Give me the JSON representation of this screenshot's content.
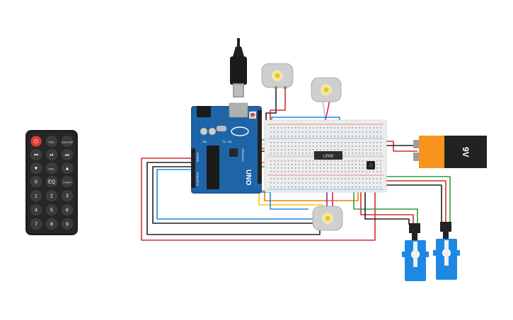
{
  "remote": {
    "buttons": [
      {
        "id": "power",
        "label": "⏻",
        "color": "#e53935"
      },
      {
        "id": "volup",
        "label": "VOL+"
      },
      {
        "id": "func",
        "label": "FUNC/STOP"
      },
      {
        "id": "prev",
        "label": "⏮"
      },
      {
        "id": "play",
        "label": "⏯"
      },
      {
        "id": "next",
        "label": "⏭"
      },
      {
        "id": "down",
        "label": "▼"
      },
      {
        "id": "voldown",
        "label": "VOL-"
      },
      {
        "id": "up",
        "label": "▲"
      },
      {
        "id": "zero",
        "label": "0"
      },
      {
        "id": "eq",
        "label": "EQ"
      },
      {
        "id": "strept",
        "label": "ST/REPT"
      },
      {
        "id": "n1",
        "label": "1"
      },
      {
        "id": "n2",
        "label": "2"
      },
      {
        "id": "n3",
        "label": "3"
      },
      {
        "id": "n4",
        "label": "4"
      },
      {
        "id": "n5",
        "label": "5"
      },
      {
        "id": "n6",
        "label": "6"
      },
      {
        "id": "n7",
        "label": "7"
      },
      {
        "id": "n8",
        "label": "8"
      },
      {
        "id": "n9",
        "label": "9"
      }
    ]
  },
  "arduino": {
    "model": "UNO",
    "brand": "ARDUINO",
    "aref_label": "AREF",
    "gnd_label": "GND",
    "on_label": "ON",
    "analog_label": "ANALOG IN",
    "power_label": "POWER",
    "tx_label": "TX",
    "rx_label": "RX"
  },
  "driver_ic": {
    "label": "L293D"
  },
  "battery": {
    "label": "9V"
  },
  "colors": {
    "wire_red": "#d32f2f",
    "wire_black": "#212121",
    "wire_yellow": "#f9c20a",
    "wire_green": "#2e9d3a",
    "wire_orange": "#f57c00",
    "wire_blue": "#1e88e5",
    "wire_purple": "#8e24aa",
    "wire_pink": "#d81b60",
    "wire_white": "#bdbdbd",
    "arduino_blue": "#1a5b9a",
    "servo_blue": "#1e88e5",
    "battery_orange": "#f7941d",
    "breadboard": "#ececec"
  }
}
